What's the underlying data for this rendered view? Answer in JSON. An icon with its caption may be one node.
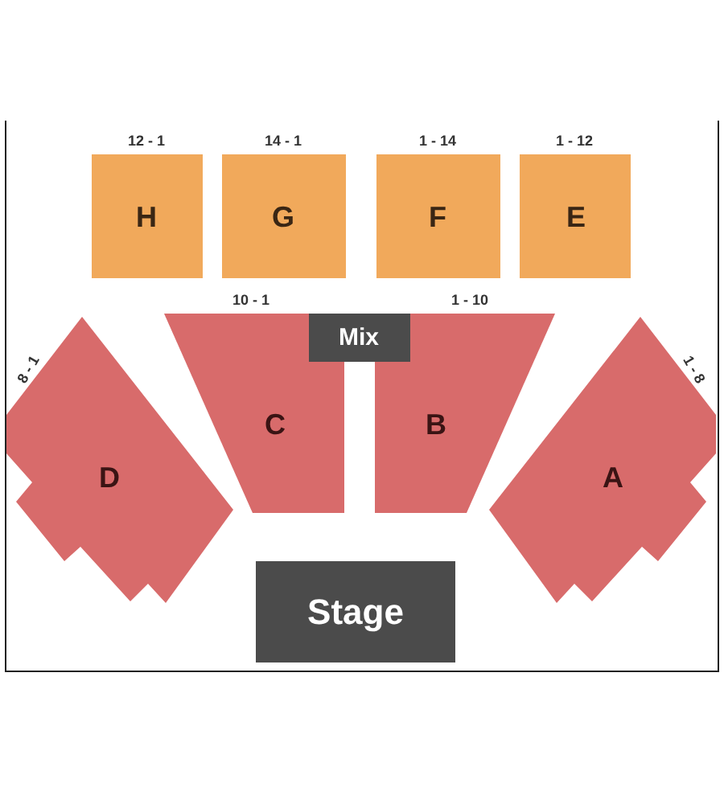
{
  "diagram": {
    "nodes": [
      {
        "text": [
          "H"
        ],
        "beside": [
          "12 - 1"
        ]
      },
      {
        "text": [
          "G"
        ],
        "beside": [
          "14 - 1"
        ]
      },
      {
        "text": [
          "F"
        ],
        "beside": [
          "1 - 14"
        ]
      },
      {
        "text": [
          "E"
        ],
        "beside": [
          "1 - 12"
        ]
      },
      {
        "text": [
          "C"
        ],
        "beside": [
          "10 - 1"
        ]
      },
      {
        "text": [
          "Mix"
        ]
      },
      {
        "text": [
          "B"
        ],
        "beside": [
          "1 - 10"
        ]
      },
      {
        "text": [
          "D"
        ],
        "beside": [
          "8 - 1"
        ]
      },
      {
        "text": [
          "A"
        ],
        "beside": [
          "1 - 8"
        ]
      },
      {
        "text": [
          "Stage"
        ]
      }
    ]
  }
}
